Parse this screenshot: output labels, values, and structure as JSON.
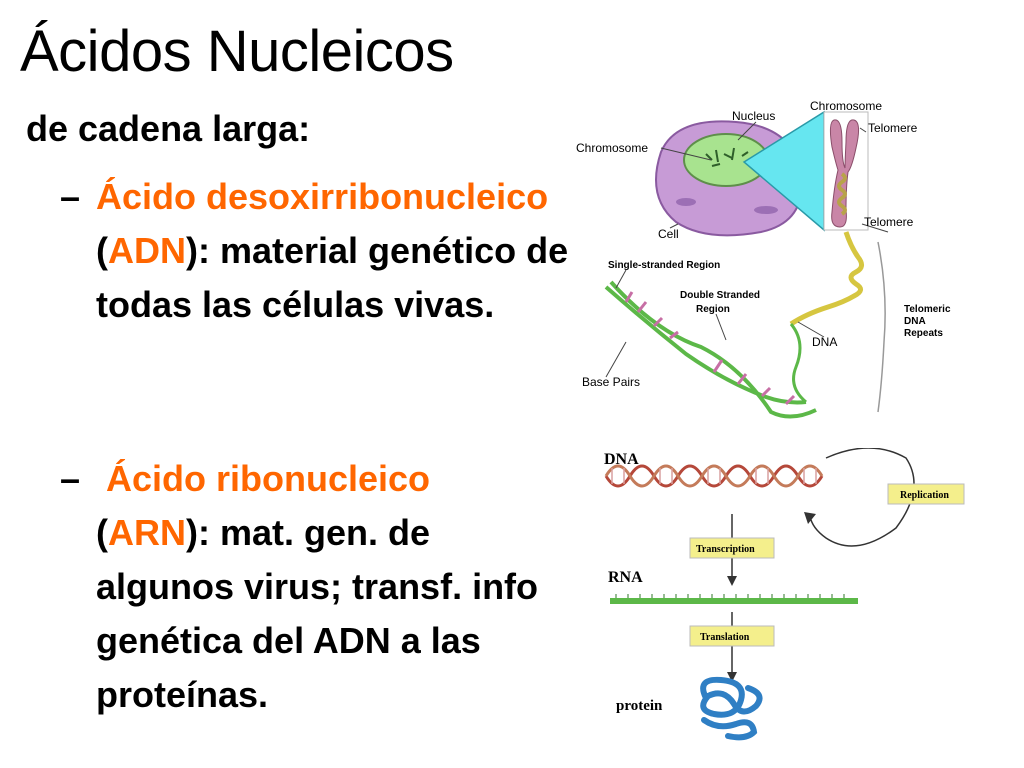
{
  "slide": {
    "title": "Ácidos Nucleicos",
    "subtitle": "de cadena larga:",
    "bullets": [
      {
        "dash": "–",
        "name": "Ácido desoxirribonucleico",
        "open_paren": "(",
        "abbr": "ADN",
        "rest": "): material genético de todas las células vivas."
      },
      {
        "dash": "–",
        "name": "Ácido ribonucleico",
        "open_paren": "(",
        "abbr": "ARN",
        "rest": "): mat. gen. de algunos virus; transf. info genética del ADN a las proteínas."
      }
    ]
  },
  "figure_top": {
    "labels": {
      "nucleus": "Nucleus",
      "chromosome_top": "Chromosome",
      "telomere_top": "Telomere",
      "chromosome_left": "Chromosome",
      "cell": "Cell",
      "telomere_bottom": "Telomere",
      "single_stranded": "Single-stranded Region",
      "double_stranded_1": "Double Stranded",
      "double_stranded_2": "Region",
      "dna": "DNA",
      "telomeric_1": "Telomeric",
      "telomeric_2": "DNA",
      "telomeric_3": "Repeats",
      "base_pairs": "Base Pairs"
    }
  },
  "figure_bottom": {
    "labels": {
      "dna": "DNA",
      "replication": "Replication",
      "transcription": "Transcription",
      "rna": "RNA",
      "translation": "Translation",
      "protein": "protein"
    }
  },
  "colors": {
    "accent": "#ff6600",
    "text": "#000000",
    "cyan_projection": "#66e6f0",
    "cell_purple": "#c79bd6",
    "dna_green": "#5cb848",
    "label_box": "#f4ef8c"
  }
}
